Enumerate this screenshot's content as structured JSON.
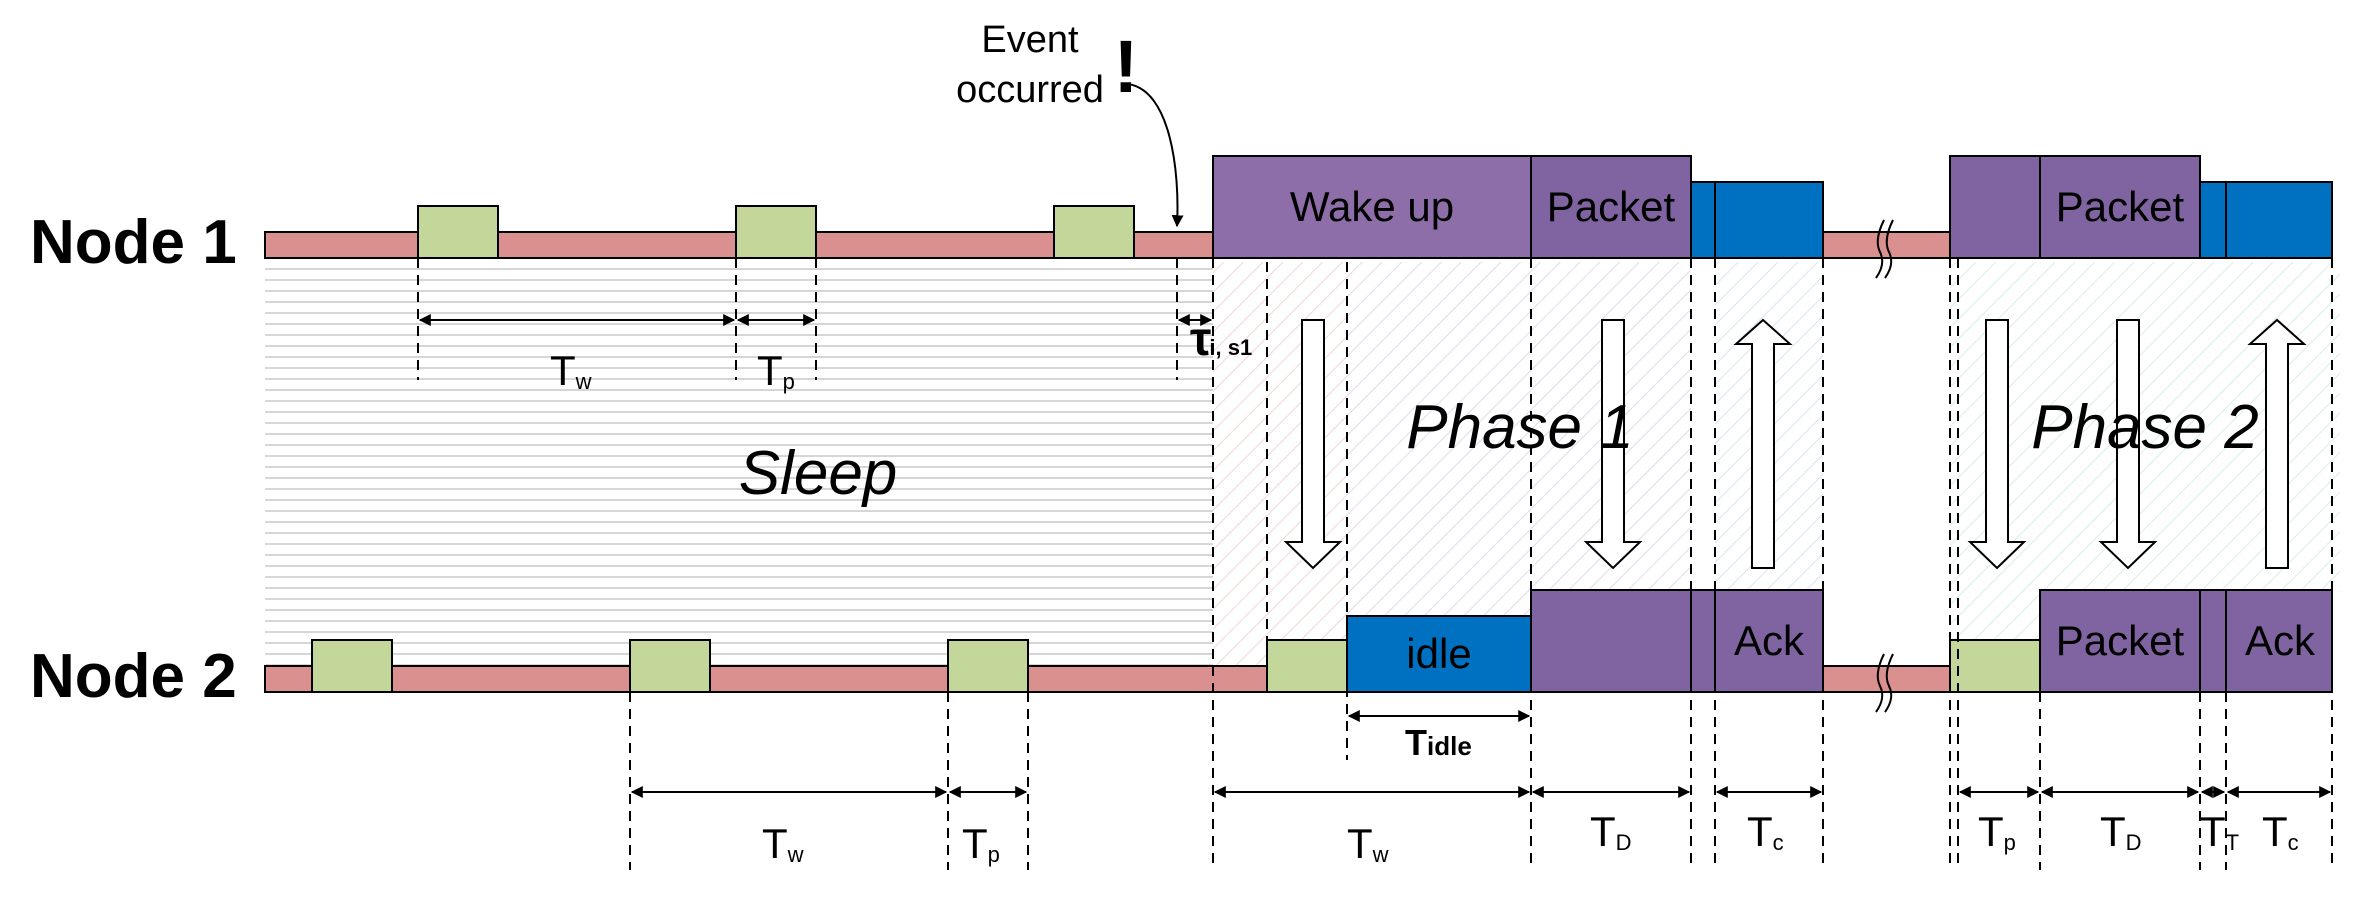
{
  "nodes": {
    "node1": "Node 1",
    "node2": "Node 2"
  },
  "event": {
    "line1": "Event",
    "line2": "occurred",
    "mark": "!"
  },
  "phases": {
    "sleep": "Sleep",
    "phase1": "Phase 1",
    "phase2": "Phase 2"
  },
  "boxes": {
    "wake_up": "Wake up",
    "packet": "Packet",
    "idle": "idle",
    "ack": "Ack"
  },
  "timings": {
    "tw": {
      "main": "T",
      "sub": "w"
    },
    "tp": {
      "main": "T",
      "sub": "p"
    },
    "tau": {
      "main": "τ",
      "sub": "i, s1"
    },
    "tidle": {
      "main": "T",
      "sub": "idle"
    },
    "td": {
      "main": "T",
      "sub": "D"
    },
    "tc": {
      "main": "T",
      "sub": "c"
    },
    "tt": {
      "main": "T",
      "sub": "T"
    }
  },
  "colors": {
    "channel": "#D9908E",
    "listen": "#C4D79B",
    "purple": "#8064A2",
    "wake": "#8D6EA8",
    "blue": "#0070C0",
    "stroke": "#000000"
  }
}
